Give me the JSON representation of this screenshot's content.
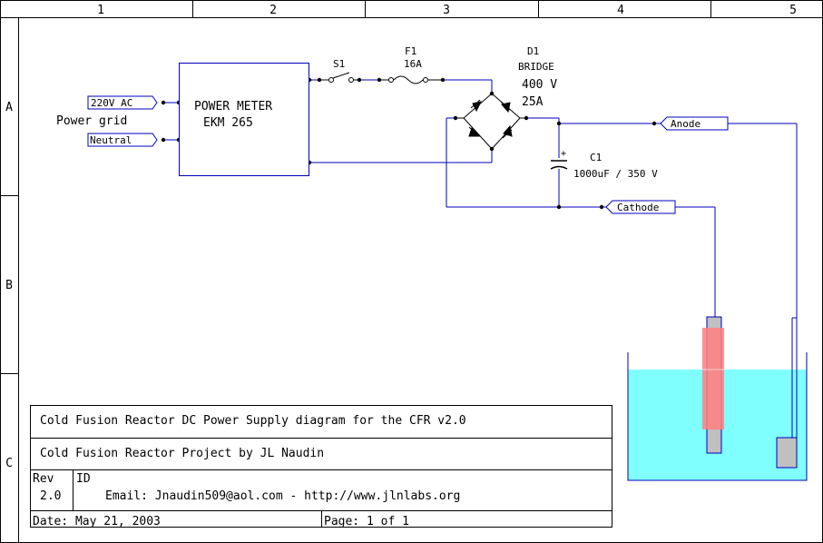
{
  "frame": {
    "columns": [
      "1",
      "2",
      "3",
      "4",
      "5"
    ],
    "rows": [
      "A",
      "B",
      "C"
    ]
  },
  "sources": {
    "ac_label": "220V AC",
    "neutral_label": "Neutral",
    "grid_label": "Power grid"
  },
  "power_meter": {
    "line1": "POWER METER",
    "line2": "EKM 265"
  },
  "switch": {
    "ref": "S1"
  },
  "fuse": {
    "ref": "F1",
    "value": "16A"
  },
  "bridge": {
    "ref": "D1",
    "type": "BRIDGE",
    "voltage": "400 V",
    "current": "25A"
  },
  "capacitor": {
    "ref": "C1",
    "value": "1000uF / 350 V",
    "plus": "+"
  },
  "outputs": {
    "anode": "Anode",
    "cathode": "Cathode"
  },
  "colors": {
    "wire": "#0000c0",
    "water": "#80ffff",
    "electrode_highlight": "#ff8080",
    "electrode": "#c0c0c0"
  },
  "title_block": {
    "title": "Cold Fusion Reactor DC Power Supply diagram for the CFR v2.0",
    "project": "Cold Fusion Reactor Project by JL Naudin",
    "rev_label": "Rev",
    "rev_value": "2.0",
    "id_label": "ID",
    "contact": "Email: Jnaudin509@aol.com - http://www.jlnlabs.org",
    "date": "Date: May 21, 2003",
    "page": "Page: 1 of 1"
  }
}
